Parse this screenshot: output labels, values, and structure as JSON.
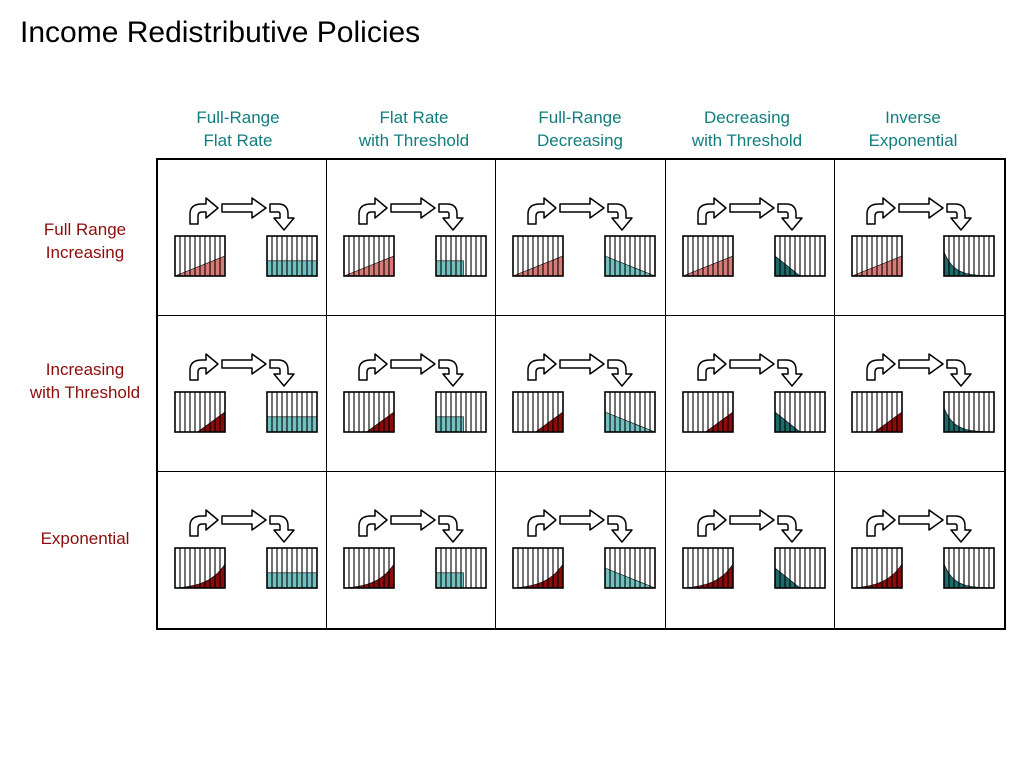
{
  "title": "Income Redistributive Policies",
  "colors": {
    "title": "#000000",
    "column_header": "#127d7d",
    "row_header": "#8c0c0c",
    "tax_light": "#d87a78",
    "tax_dark": "#8b0a0a",
    "benefit_light": "#72c1c0",
    "benefit_dark": "#1b6b6b"
  },
  "columns": [
    {
      "line1": "Full-Range",
      "line2": "Flat Rate",
      "benefit_shape": "flat",
      "benefit_level": 0.38,
      "benefit_tone": "light"
    },
    {
      "line1": "Flat Rate",
      "line2": "with Threshold",
      "benefit_shape": "flat-threshold",
      "benefit_level": 0.38,
      "benefit_tone": "light"
    },
    {
      "line1": "Full-Range",
      "line2": "Decreasing",
      "benefit_shape": "decreasing",
      "benefit_level": 0.5,
      "benefit_tone": "light"
    },
    {
      "line1": "Decreasing",
      "line2": "with Threshold",
      "benefit_shape": "decreasing-threshold",
      "benefit_level": 0.5,
      "benefit_tone": "dark"
    },
    {
      "line1": "Inverse",
      "line2": "Exponential",
      "benefit_shape": "inverse-exponential",
      "benefit_level": 0.6,
      "benefit_tone": "dark"
    }
  ],
  "rows": [
    {
      "line1": "Full Range",
      "line2": "Increasing",
      "tax_shape": "increasing",
      "tax_level": 0.5,
      "tax_tone": "light"
    },
    {
      "line1": "Increasing",
      "line2": "with Threshold",
      "tax_shape": "increasing-threshold",
      "tax_level": 0.5,
      "tax_tone": "dark"
    },
    {
      "line1": "Exponential",
      "line2": "",
      "tax_shape": "exponential",
      "tax_level": 0.6,
      "tax_tone": "dark"
    }
  ]
}
